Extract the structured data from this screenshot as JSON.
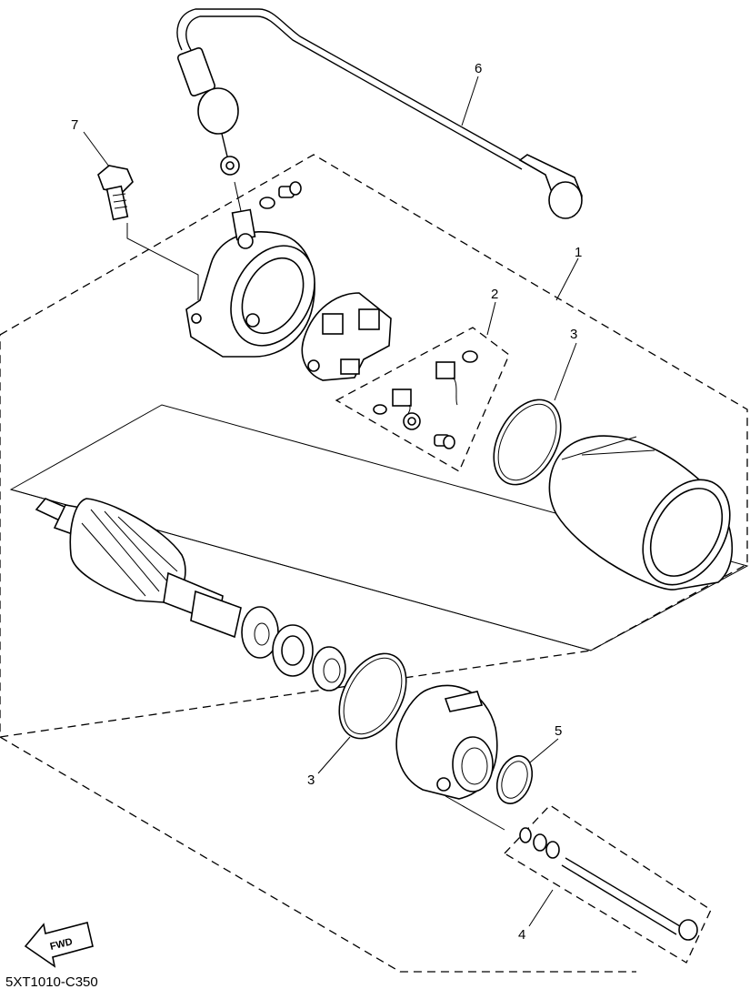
{
  "diagram": {
    "drawing_code": "5XT1010-C350",
    "fwd_label": "FWD",
    "callouts": [
      {
        "id": "6",
        "label": "6"
      },
      {
        "id": "7",
        "label": "7"
      },
      {
        "id": "1",
        "label": "1"
      },
      {
        "id": "2",
        "label": "2"
      },
      {
        "id": "3a",
        "label": "3"
      },
      {
        "id": "3b",
        "label": "3"
      },
      {
        "id": "5",
        "label": "5"
      },
      {
        "id": "4",
        "label": "4"
      }
    ]
  }
}
